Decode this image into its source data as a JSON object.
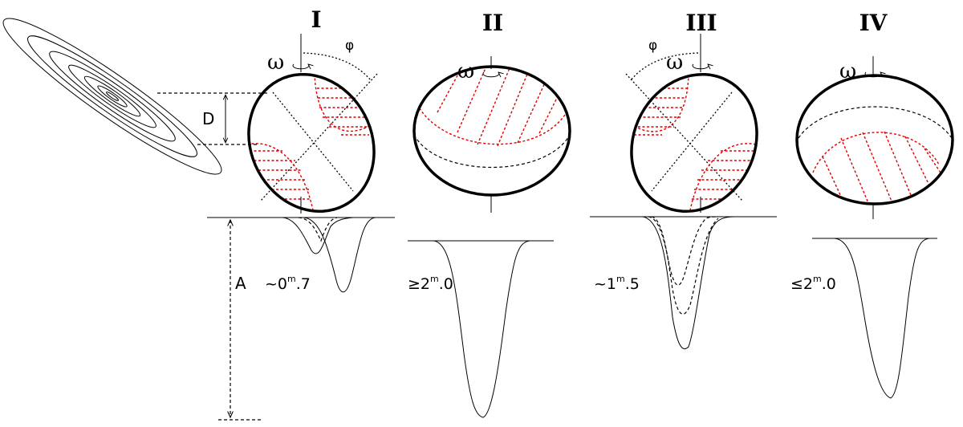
{
  "panels": {
    "p1": {
      "label": "I",
      "omega": "ω",
      "phi": "φ",
      "amplitude": "~0",
      "amp_sup": "m",
      "amp_tail": ".7"
    },
    "p2": {
      "label": "II",
      "omega": "ω",
      "amplitude": "≥2",
      "amp_sup": "m",
      "amp_tail": ".0"
    },
    "p3": {
      "label": "III",
      "omega": "ω",
      "phi": "φ",
      "amplitude": "~1",
      "amp_sup": "m",
      "amp_tail": ".5"
    },
    "p4": {
      "label": "IV",
      "omega": "ω",
      "amplitude": "≤2",
      "amp_sup": "m",
      "amp_tail": ".0"
    }
  },
  "dimensions": {
    "d_label": "D",
    "a_label": "A"
  }
}
